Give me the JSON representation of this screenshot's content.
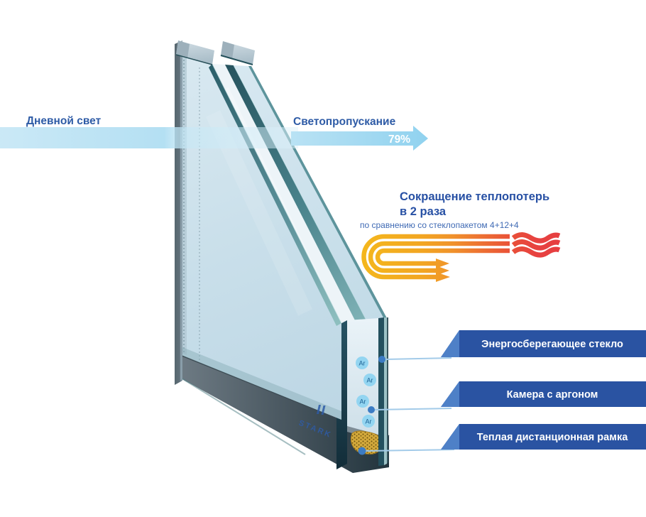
{
  "diagram": {
    "daylight_label": "Дневной свет",
    "transmission_label": "Светопропускание",
    "transmission_value": "79%",
    "heat_title_line1": "Сокращение теплопотерь",
    "heat_title_line2": "в 2 раза",
    "heat_note": "по сравнению со стеклопакетом 4+12+4",
    "argon_symbol": "Ar",
    "watermark": "STARK",
    "callouts": {
      "energy_glass": "Энергосберегающее стекло",
      "argon_chamber": "Камера с аргоном",
      "warm_spacer": "Теплая дистанционная рамка"
    },
    "colors": {
      "label_blue": "#2e5ba6",
      "subtitle_blue": "#3f6ab4",
      "banner_dark": "#2a53a2",
      "banner_light": "#4e80c7",
      "light_ray": "#aedef2",
      "heat_yellow": "#f4b71d",
      "heat_red": "#e63e40",
      "argon_circle": "#93d5f1",
      "argon_text": "#1a5f92",
      "glass_face": "#cfe3ee",
      "glass_edge_teal": "#2f6b74",
      "desiccant": "#d3a93c",
      "connector_dot": "#3c7cc4"
    }
  }
}
